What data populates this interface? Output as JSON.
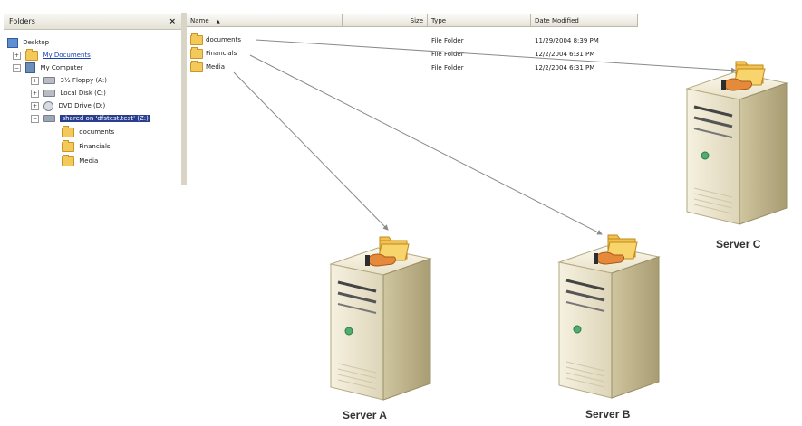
{
  "folders_pane": {
    "title": "Folders",
    "close_glyph": "×",
    "items": [
      {
        "label": "Desktop",
        "icon": "desktop-icon",
        "expander": ""
      },
      {
        "label": "My Documents",
        "icon": "my-documents-icon",
        "expander": "+"
      },
      {
        "label": "My Computer",
        "icon": "my-computer-icon",
        "expander": "−"
      },
      {
        "label": "3½ Floppy (A:)",
        "icon": "floppy-icon",
        "expander": "+"
      },
      {
        "label": "Local Disk (C:)",
        "icon": "local-disk-icon",
        "expander": "+"
      },
      {
        "label": "DVD Drive (D:)",
        "icon": "dvd-drive-icon",
        "expander": "+"
      },
      {
        "label": "shared on 'dfstest.test' (Z:)",
        "icon": "network-drive-icon",
        "expander": "−"
      },
      {
        "label": "documents",
        "icon": "folder-icon",
        "expander": ""
      },
      {
        "label": "Financials",
        "icon": "folder-icon",
        "expander": ""
      },
      {
        "label": "Media",
        "icon": "folder-icon",
        "expander": ""
      }
    ]
  },
  "file_list": {
    "columns": {
      "name": "Name",
      "sort_glyph": "▲",
      "size": "Size",
      "type": "Type",
      "date": "Date Modified"
    },
    "rows": [
      {
        "name": "documents",
        "type": "File Folder",
        "date": "11/29/2004 8:39 PM"
      },
      {
        "name": "Financials",
        "type": "File Folder",
        "date": "12/2/2004 6:31 PM"
      },
      {
        "name": "Media",
        "type": "File Folder",
        "date": "12/2/2004 6:31 PM"
      }
    ]
  },
  "servers": [
    {
      "label": "Server A",
      "icon": "server-icon"
    },
    {
      "label": "Server B",
      "icon": "server-icon"
    },
    {
      "label": "Server C",
      "icon": "server-icon"
    }
  ],
  "colors": {
    "selection": "#2a3e8f",
    "link": "#1a3fb0",
    "folder": "#f3c95a",
    "server_body": "#ece6d0",
    "arrow": "#8a8a8a"
  }
}
